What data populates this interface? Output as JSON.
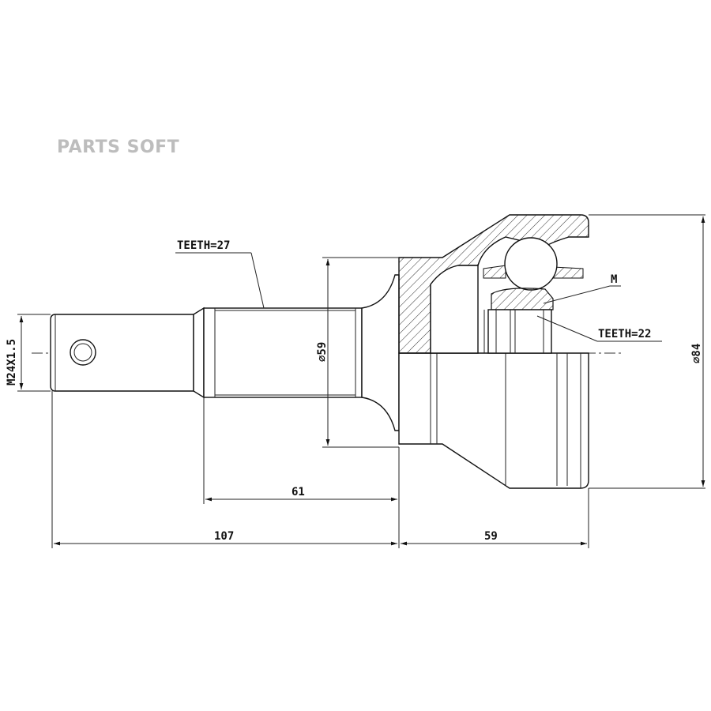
{
  "watermark": "PARTS SOFT",
  "labels": {
    "teeth_shaft": "TEETH=27",
    "teeth_inner": "TEETH=22",
    "marker": "M",
    "thread": "M24X1.5",
    "dia_shaft": "⌀59",
    "dia_housing": "⌀84"
  },
  "dimensions": {
    "length_107": "107",
    "length_61": "61",
    "length_59": "59"
  }
}
